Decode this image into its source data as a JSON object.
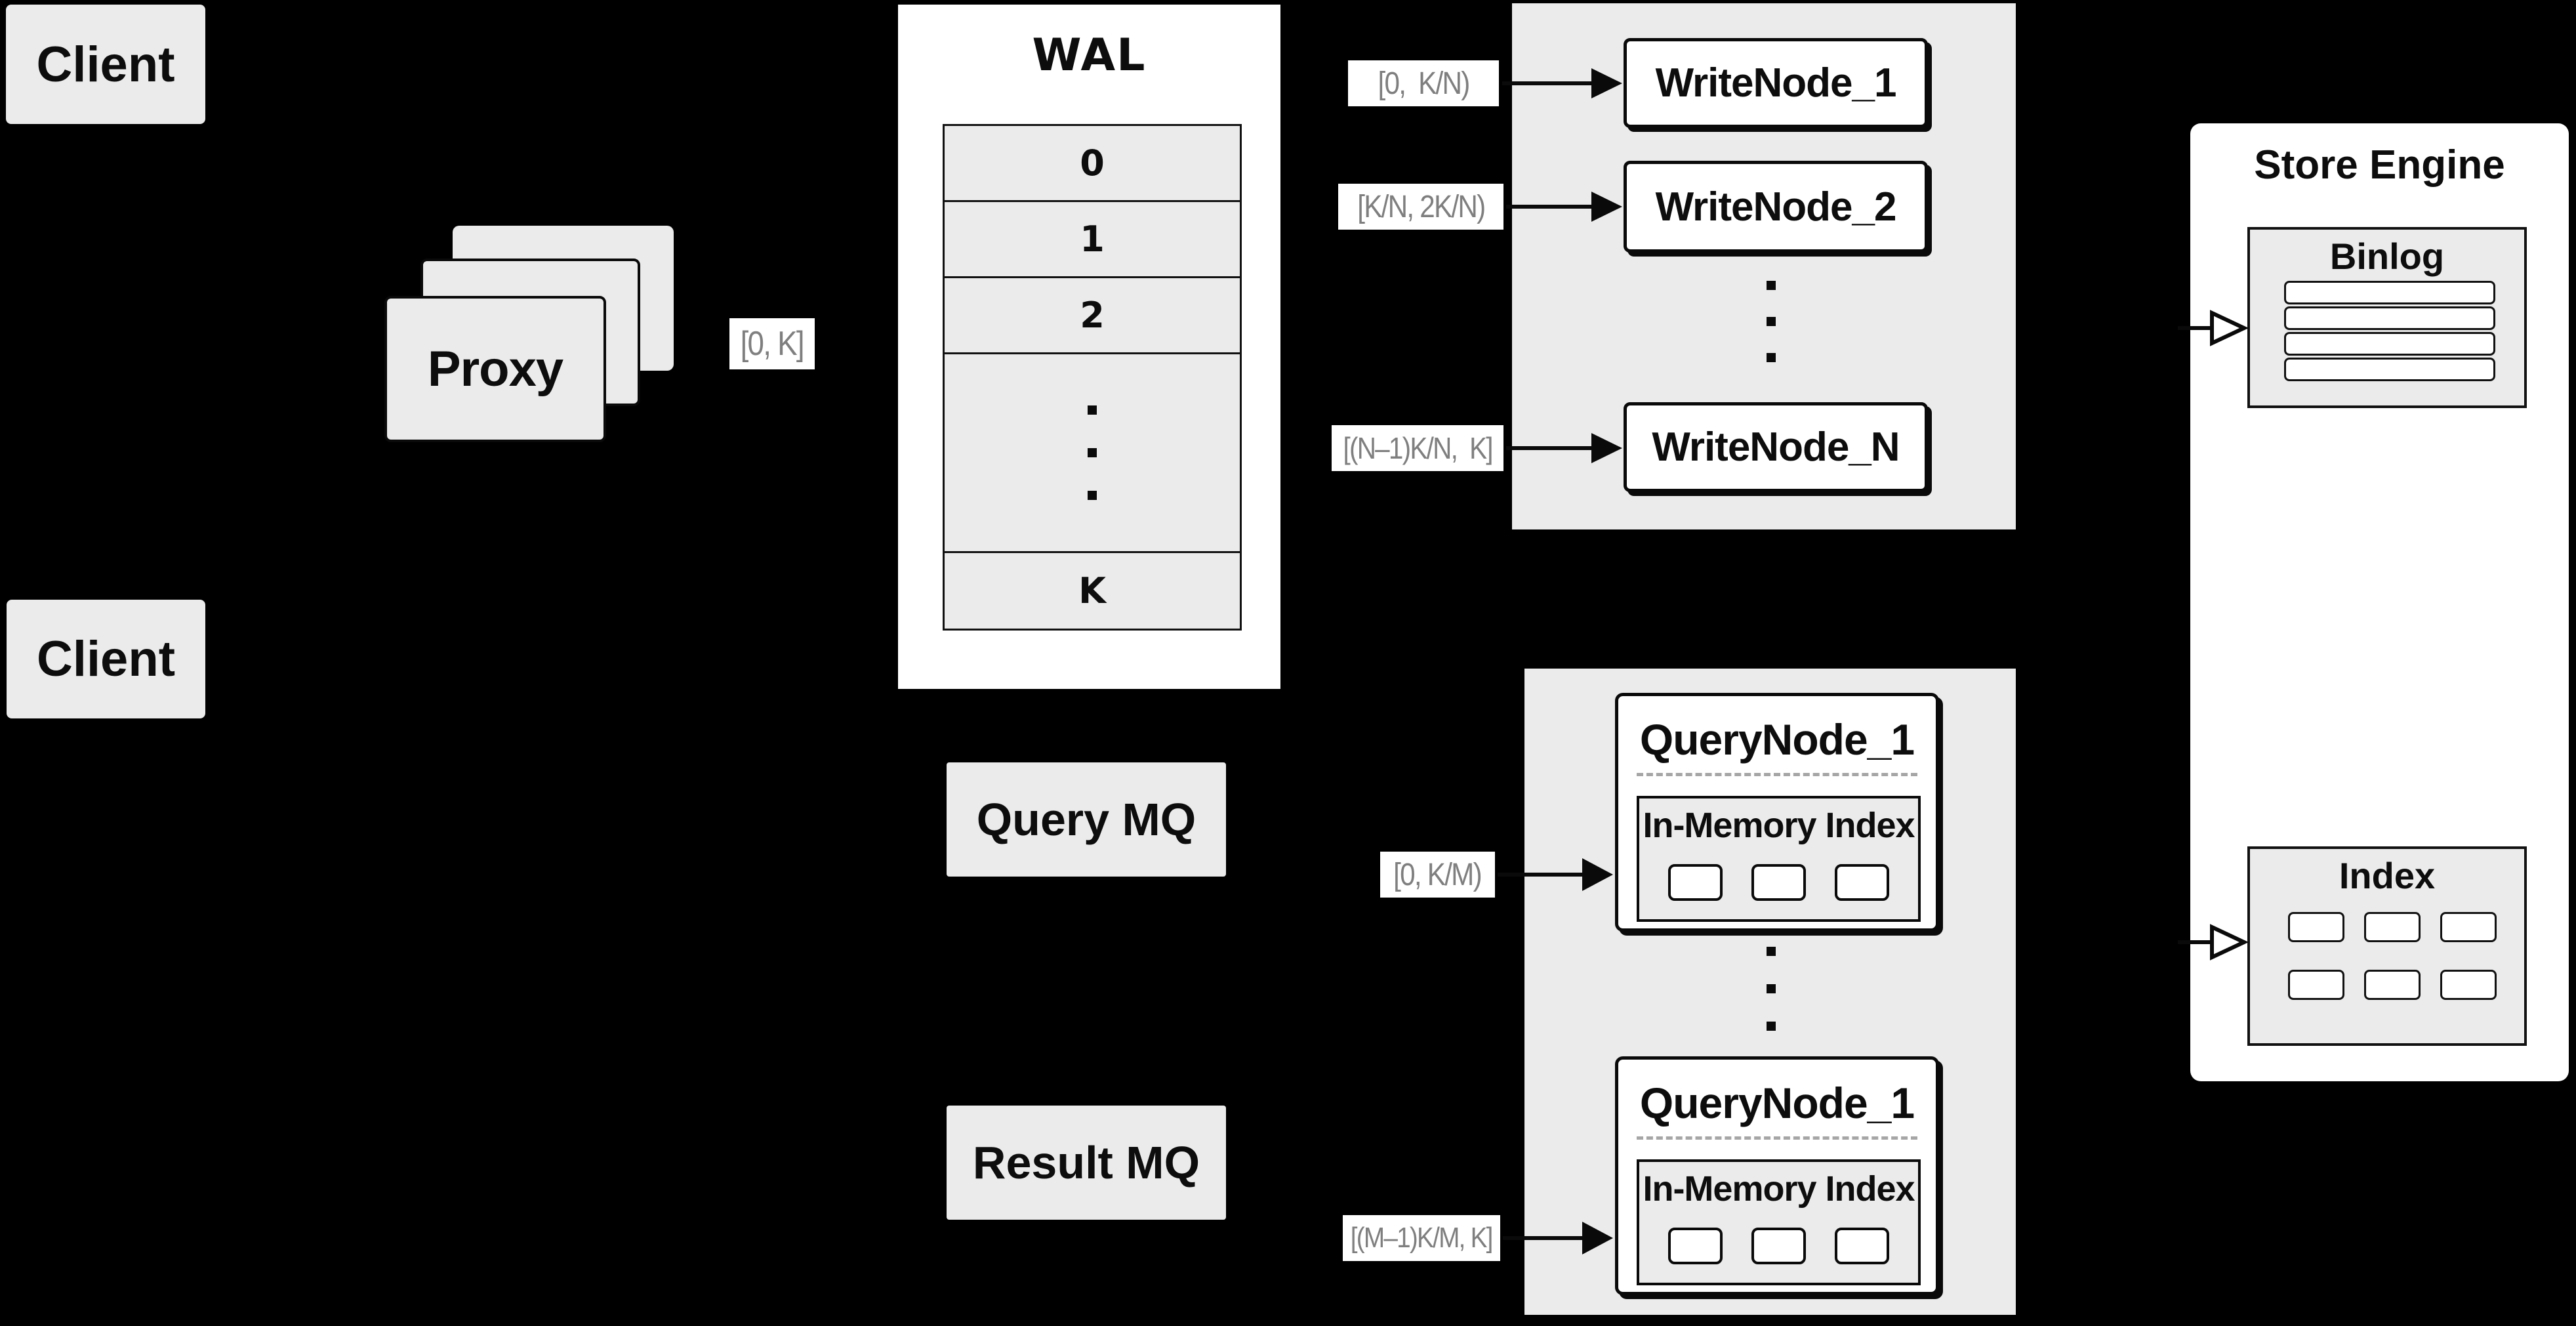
{
  "colors": {
    "background": "#000000",
    "box_gray": "#ebebeb",
    "box_white": "#ffffff",
    "line_black": "#0a0a0a",
    "label_text_gray": "#7f7f7f",
    "dash_gray": "#a6a6a6"
  },
  "clients": {
    "top": "Client",
    "bottom": "Client"
  },
  "proxy": {
    "label": "Proxy"
  },
  "wal": {
    "title": "WAL",
    "rows": [
      "0",
      "1",
      "2",
      "K"
    ]
  },
  "range_labels": {
    "proxy_out": "[0, K]",
    "write_1": "[0,  K/N)",
    "write_2": "[K/N, 2K/N)",
    "write_n": "[(N–1)K/N,  K]",
    "query_1": "[0, K/M)",
    "query_m": "[(M–1)K/M, K]"
  },
  "write_panel": {
    "nodes": [
      "WriteNode_1",
      "WriteNode_2",
      "WriteNode_N"
    ]
  },
  "query_panel": {
    "nodes": [
      {
        "title": "QueryNode_1",
        "inner": "In-Memory Index"
      },
      {
        "title": "QueryNode_1",
        "inner": "In-Memory Index"
      }
    ]
  },
  "queues": {
    "query": "Query MQ",
    "result": "Result MQ"
  },
  "store_engine": {
    "title": "Store Engine",
    "binlog": "Binlog",
    "index": "Index"
  }
}
